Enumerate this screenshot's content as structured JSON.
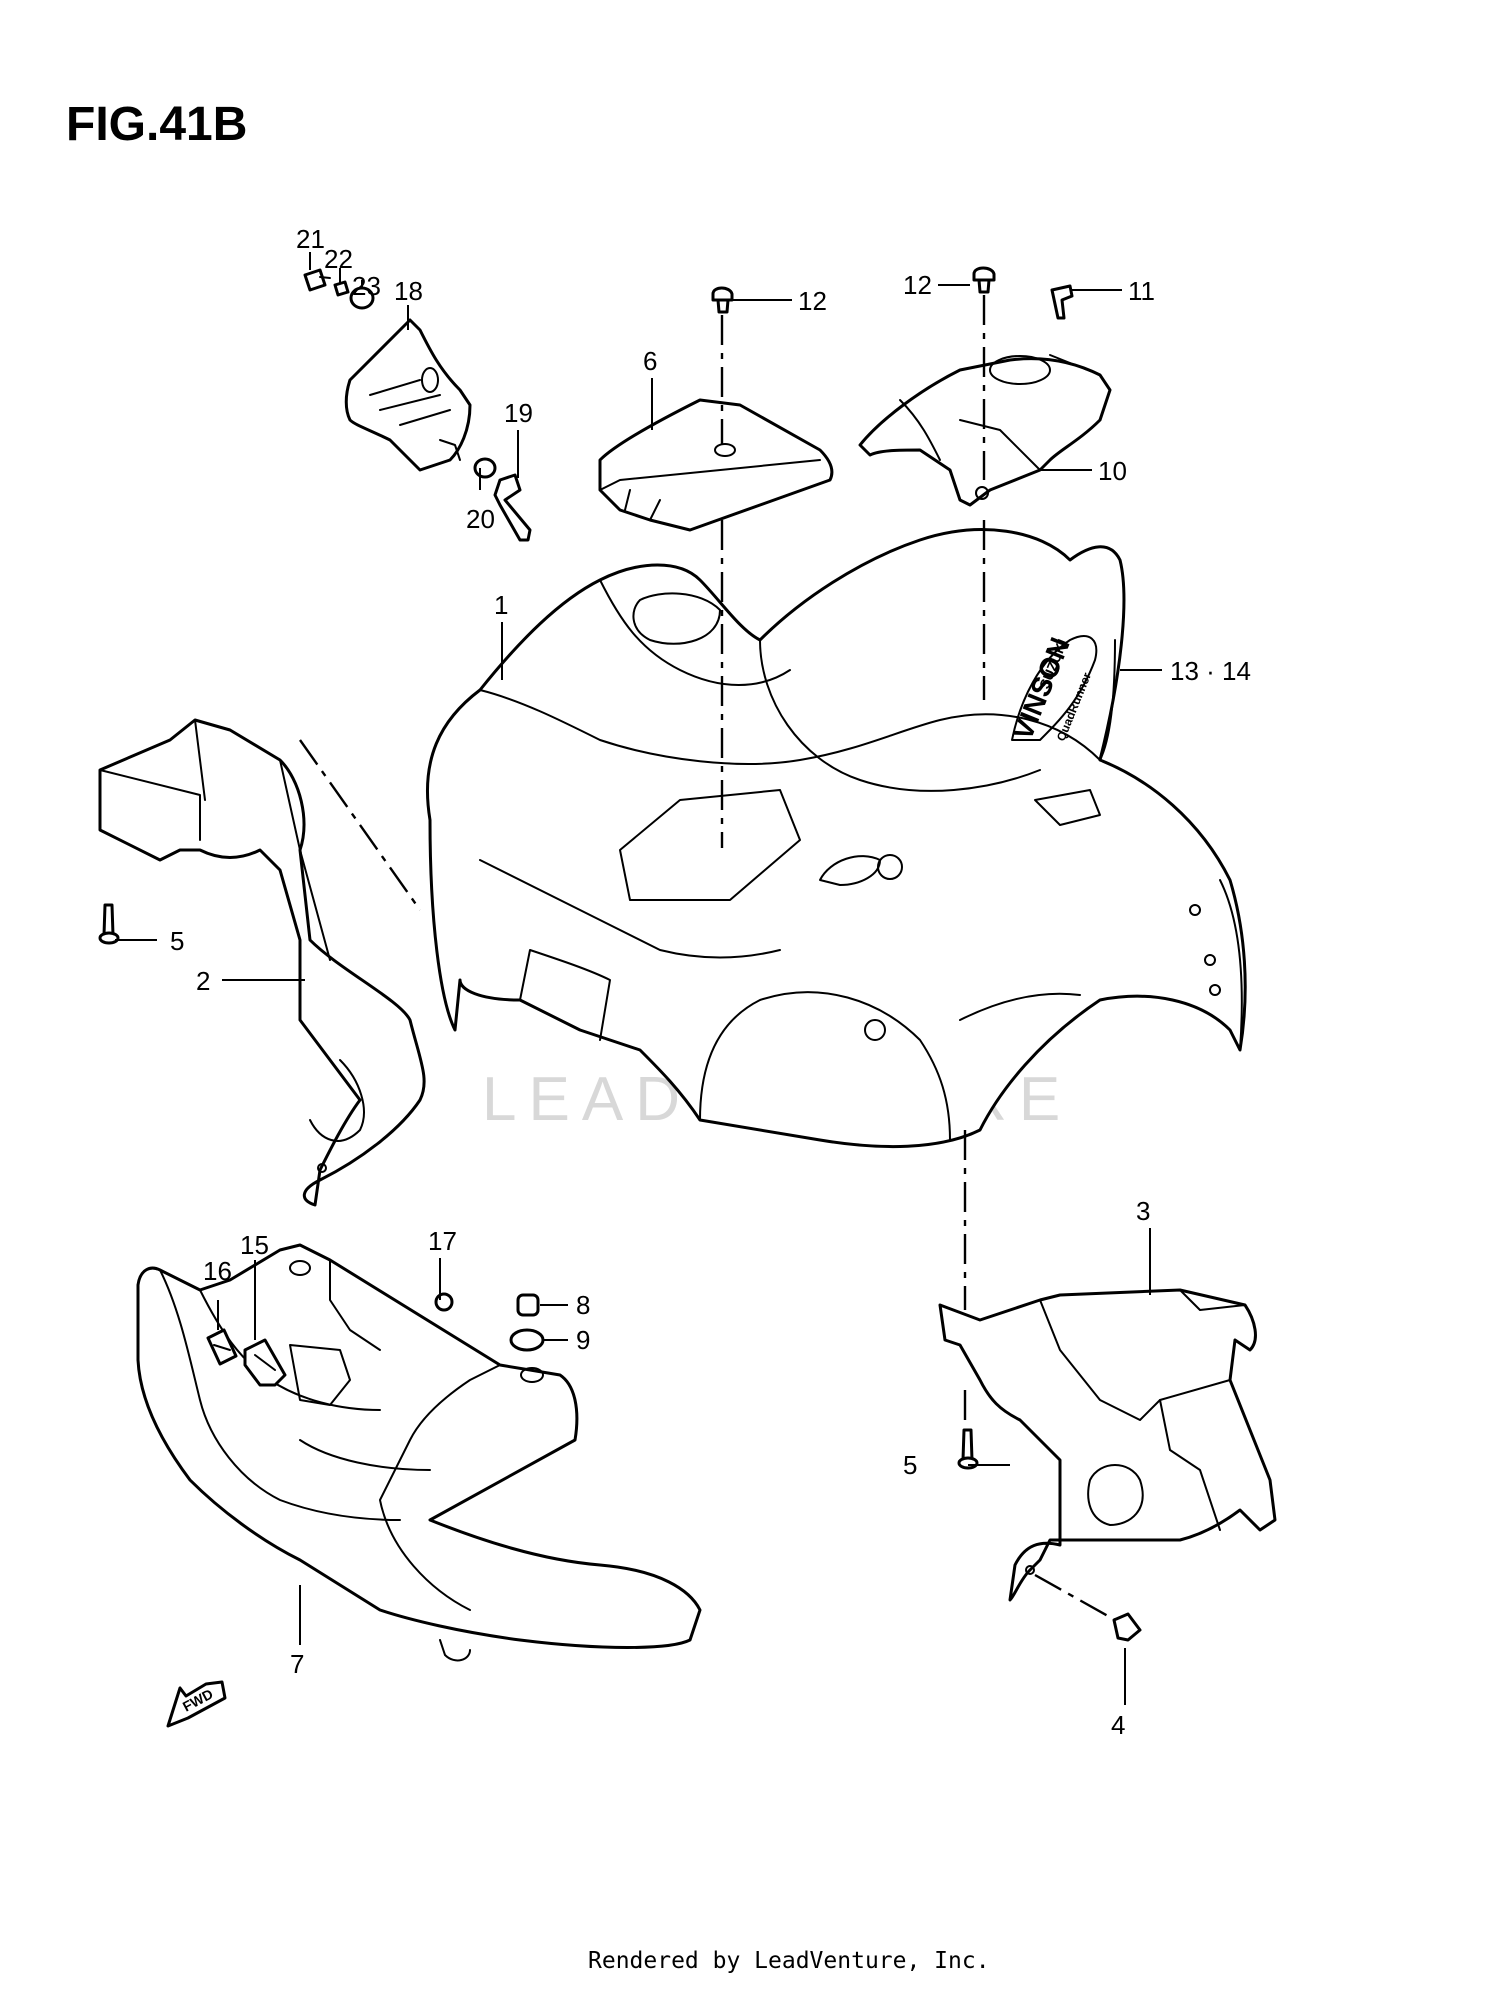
{
  "figure": {
    "title": "FIG.41B",
    "footer": "Rendered by LeadVenture, Inc.",
    "watermark": "LEADVENTURE",
    "fwd_badge": "FWD",
    "decal_text": {
      "brand": "SUZUKI",
      "model": "VINSON",
      "sub": "QuadRunner"
    }
  },
  "callouts": [
    {
      "id": "c1",
      "label": "1"
    },
    {
      "id": "c2",
      "label": "2"
    },
    {
      "id": "c3",
      "label": "3"
    },
    {
      "id": "c4",
      "label": "4"
    },
    {
      "id": "c5a",
      "label": "5"
    },
    {
      "id": "c5b",
      "label": "5"
    },
    {
      "id": "c6",
      "label": "6"
    },
    {
      "id": "c7",
      "label": "7"
    },
    {
      "id": "c8",
      "label": "8"
    },
    {
      "id": "c9",
      "label": "9"
    },
    {
      "id": "c10",
      "label": "10"
    },
    {
      "id": "c11",
      "label": "11"
    },
    {
      "id": "c12a",
      "label": "12"
    },
    {
      "id": "c12b",
      "label": "12"
    },
    {
      "id": "c1314",
      "label": "13 · 14"
    },
    {
      "id": "c15",
      "label": "15"
    },
    {
      "id": "c16",
      "label": "16"
    },
    {
      "id": "c17",
      "label": "17"
    },
    {
      "id": "c18",
      "label": "18"
    },
    {
      "id": "c19",
      "label": "19"
    },
    {
      "id": "c20",
      "label": "20"
    },
    {
      "id": "c21",
      "label": "21"
    },
    {
      "id": "c22",
      "label": "22"
    },
    {
      "id": "c23",
      "label": "23"
    }
  ]
}
